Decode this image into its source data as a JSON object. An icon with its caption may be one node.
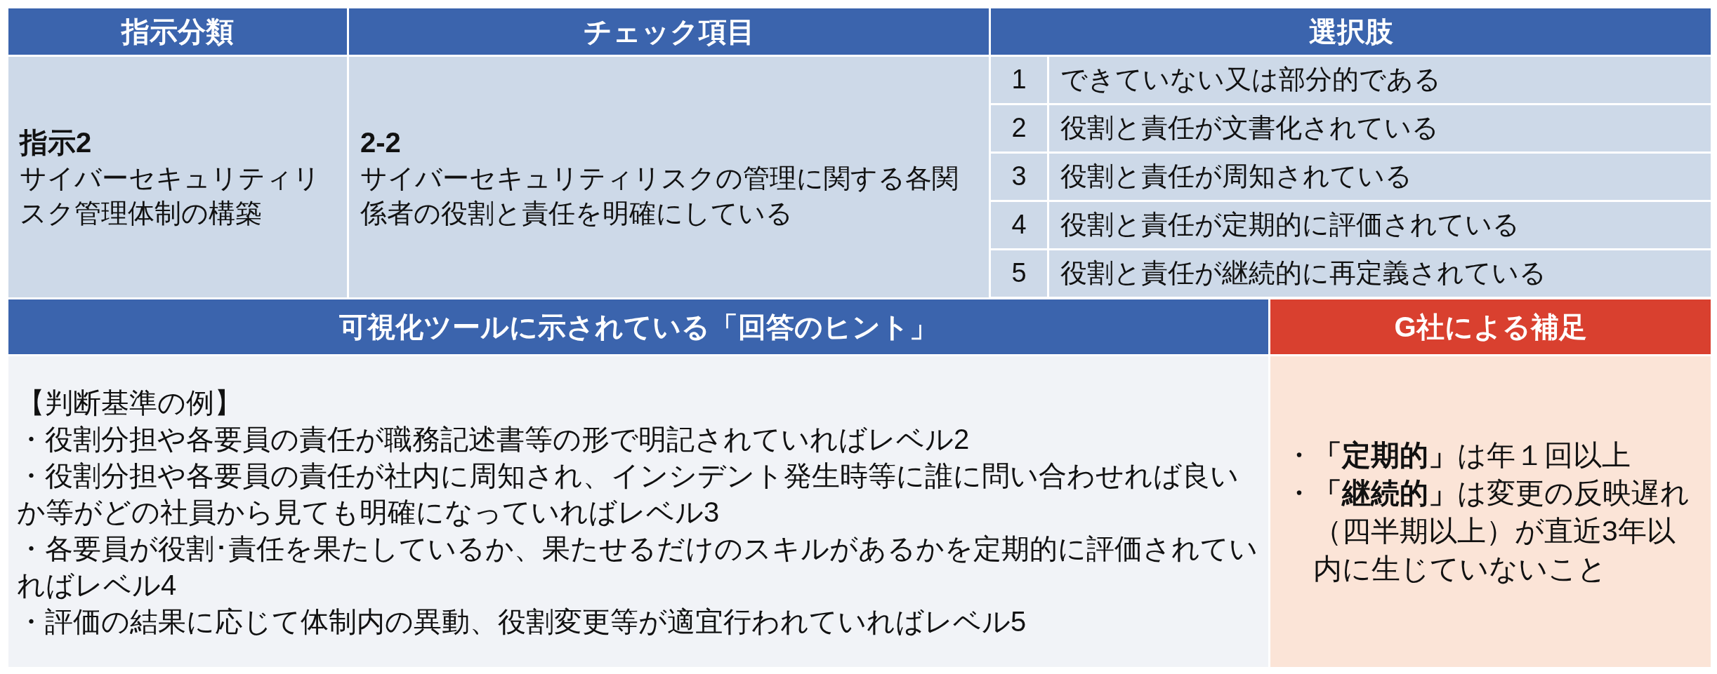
{
  "diagram": {
    "nodes": [
      {
        "text": [
          "指示分類"
        ]
      },
      {
        "text": [
          "チェック項目"
        ]
      },
      {
        "text": [
          "選択肢"
        ]
      },
      {
        "text": [
          "指示2",
          "サイバーセキュリティリスク管理体制の構築"
        ]
      },
      {
        "text": [
          "2-2",
          "サイバーセキュリティリスクの管理に関する各関係者の役割と責任を明確にしている"
        ]
      },
      {
        "text": [
          "1"
        ]
      },
      {
        "text": [
          "2"
        ]
      },
      {
        "text": [
          "3"
        ]
      },
      {
        "text": [
          "4"
        ]
      },
      {
        "text": [
          "5"
        ]
      },
      {
        "text": [
          "できていない又は部分的である"
        ]
      },
      {
        "text": [
          "役割と責任が文書化されている"
        ]
      },
      {
        "text": [
          "役割と責任が周知されている"
        ]
      },
      {
        "text": [
          "役割と責任が定期的に評価されている"
        ]
      },
      {
        "text": [
          "役割と責任が継続的に再定義されている"
        ]
      },
      {
        "text": [
          "可視化ツールに示されている「回答のヒント」"
        ]
      },
      {
        "text": [
          "G社による補足"
        ]
      },
      {
        "text": [
          "【判断基準の例】",
          "・役割分担や各要員の責任が職務記述書等の形で明記されていればレベル2",
          "・役割分担や各要員の責任が社内に周知され、インシデント発生時等に誰に問い合わせれば良いか等がどの社員から見ても明確になっていればレベル3",
          "・各要員が役割･責任を果たしているか、果たせるだけのスキルがあるかを定期的に評価されていればレベル4",
          "・評価の結果に応じて体制内の異動、役割変更等が適宜行われていればレベル5"
        ]
      },
      {
        "text": [
          "・**「定期的」**は年１回以上",
          "・**「継続的」**は変更の反映遅れ（四半期以上）が直近3年以内に生じていないこと"
        ]
      }
    ],
    "edges": []
  }
}
